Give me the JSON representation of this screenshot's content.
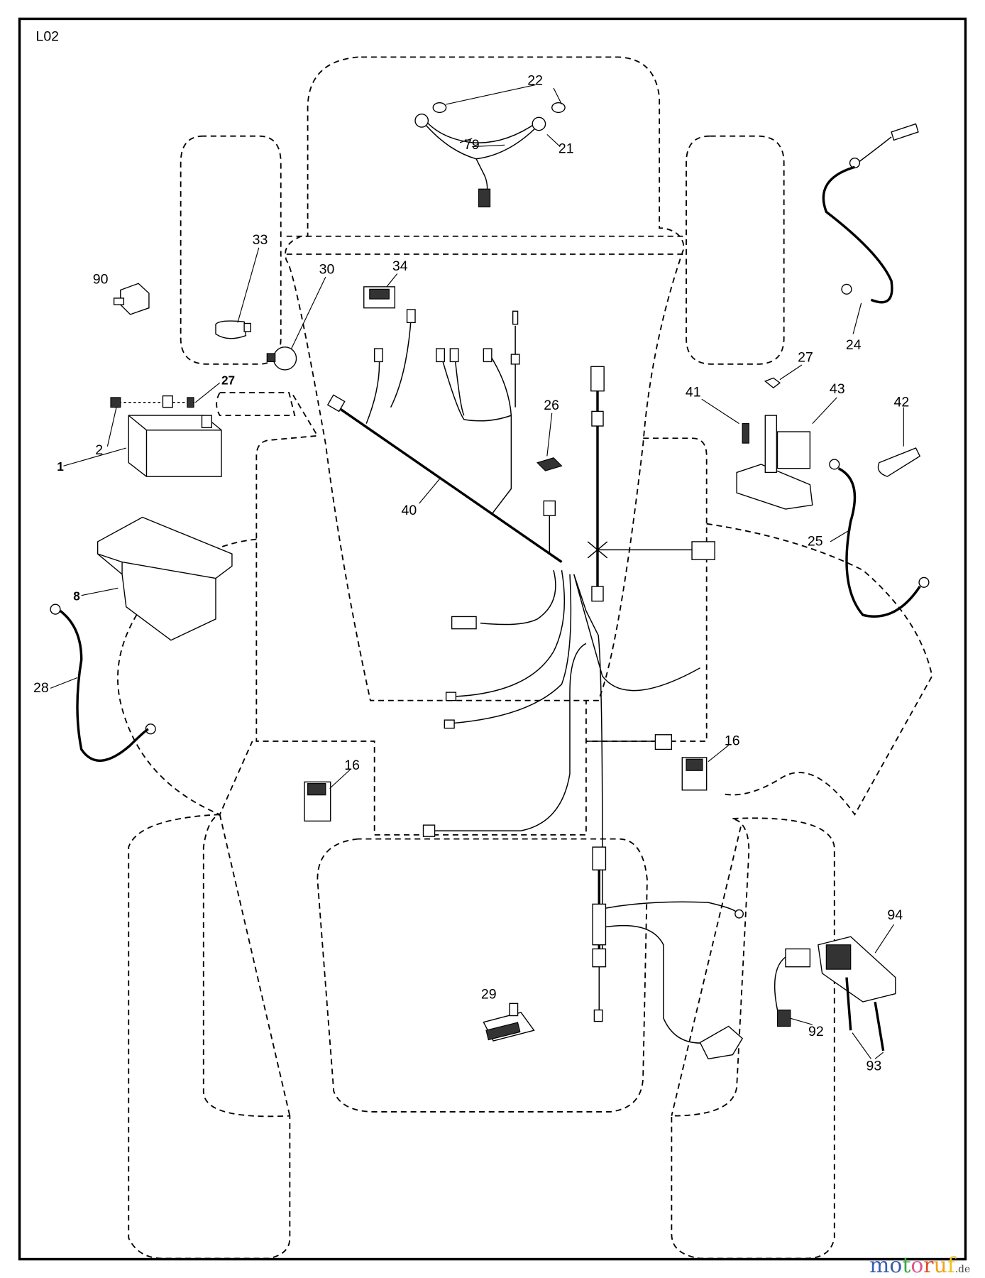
{
  "diagram": {
    "page_code": "L02",
    "watermark": {
      "text": "motoruf",
      "suffix": ".de",
      "letters": [
        "m",
        "o",
        "t",
        "o",
        "r",
        "u",
        "f"
      ],
      "colors": [
        "#3b5bb5",
        "#3b5bb5",
        "#3aa84a",
        "#e0588f",
        "#e34c26",
        "#f0a020",
        "#f0c020"
      ]
    },
    "callouts": {
      "c1": "1",
      "c2": "2",
      "c8": "8",
      "c16a": "16",
      "c16b": "16",
      "c21": "21",
      "c22": "22",
      "c24": "24",
      "c25": "25",
      "c26": "26",
      "c27a": "27",
      "c27b": "27",
      "c28": "28",
      "c29": "29",
      "c30": "30",
      "c33": "33",
      "c34": "34",
      "c40": "40",
      "c41": "41",
      "c42": "42",
      "c43": "43",
      "c79": "79",
      "c90": "90",
      "c92": "92",
      "c93": "93",
      "c94": "94"
    }
  }
}
